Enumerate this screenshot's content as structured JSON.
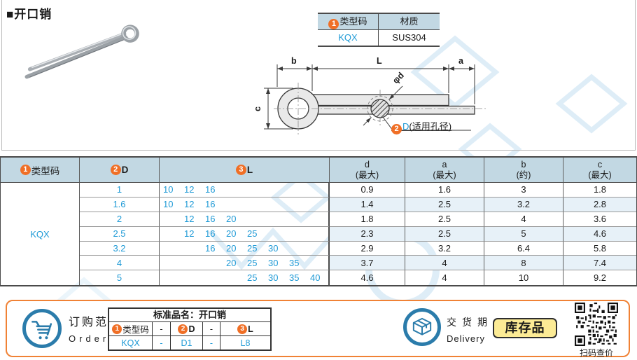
{
  "page": {
    "title": "■开口销"
  },
  "material_table": {
    "header_type": {
      "num": "1",
      "label": "类型码"
    },
    "header_material": "材质",
    "type_code": "KQX",
    "material": "SUS304"
  },
  "diagram": {
    "dim_b": "b",
    "dim_l": "L",
    "dim_a": "a",
    "dim_c": "c",
    "phi_d": "φd",
    "hole_label": {
      "num": "2",
      "code": "D",
      "note": "(适用孔径)"
    }
  },
  "spec_table": {
    "header": {
      "type_code": {
        "num": "1",
        "label": "类型码"
      },
      "d": {
        "num": "2",
        "label": "D"
      },
      "l": {
        "num": "3",
        "label": "L"
      },
      "dims": [
        {
          "letter": "d",
          "qual": "(最大)"
        },
        {
          "letter": "a",
          "qual": "(最大)"
        },
        {
          "letter": "b",
          "qual": "(约)"
        },
        {
          "letter": "c",
          "qual": "(最大)"
        }
      ]
    },
    "type_code": "KQX",
    "rows": [
      {
        "dia": "1",
        "l": [
          "10",
          "12",
          "16",
          "",
          "",
          "",
          "",
          ""
        ],
        "d": "0.9",
        "a": "1.6",
        "b": "3",
        "c": "1.8"
      },
      {
        "dia": "1.6",
        "l": [
          "10",
          "12",
          "16",
          "",
          "",
          "",
          "",
          ""
        ],
        "d": "1.4",
        "a": "2.5",
        "b": "3.2",
        "c": "2.8"
      },
      {
        "dia": "2",
        "l": [
          "",
          "12",
          "16",
          "20",
          "",
          "",
          "",
          ""
        ],
        "d": "1.8",
        "a": "2.5",
        "b": "4",
        "c": "3.6"
      },
      {
        "dia": "2.5",
        "l": [
          "",
          "12",
          "16",
          "20",
          "25",
          "",
          "",
          ""
        ],
        "d": "2.3",
        "a": "2.5",
        "b": "5",
        "c": "4.6"
      },
      {
        "dia": "3.2",
        "l": [
          "",
          "",
          "16",
          "20",
          "25",
          "30",
          "",
          ""
        ],
        "d": "2.9",
        "a": "3.2",
        "b": "6.4",
        "c": "5.8"
      },
      {
        "dia": "4",
        "l": [
          "",
          "",
          "",
          "20",
          "25",
          "30",
          "35",
          ""
        ],
        "d": "3.7",
        "a": "4",
        "b": "8",
        "c": "7.4"
      },
      {
        "dia": "5",
        "l": [
          "",
          "",
          "",
          "",
          "25",
          "30",
          "35",
          "40"
        ],
        "d": "4.6",
        "a": "4",
        "b": "10",
        "c": "9.2"
      }
    ]
  },
  "order": {
    "title_cn": "订购范例",
    "title_en": "Order",
    "table_title": "标准品名：开口销",
    "headers": [
      {
        "num": "1",
        "label": "类型码"
      },
      {
        "num": "2",
        "label": "D"
      },
      {
        "num": "3",
        "label": "L"
      }
    ],
    "separators": [
      "-",
      "-"
    ],
    "example": [
      "KQX",
      "-",
      "D1",
      "-",
      "L8"
    ]
  },
  "delivery": {
    "title_cn": "交货期",
    "title_en": "Delivery",
    "badge": "库存品",
    "qr_caption": "扫码查价"
  },
  "colors": {
    "accent_orange": "#f06f26",
    "box_border_orange": "#f08235",
    "link_blue": "#1f9ad6",
    "icon_blue": "#2b7cab",
    "header_bg": "#c2d8e3",
    "stripe_bg": "#e7f1f8",
    "badge_yellow": "#fceb95"
  }
}
